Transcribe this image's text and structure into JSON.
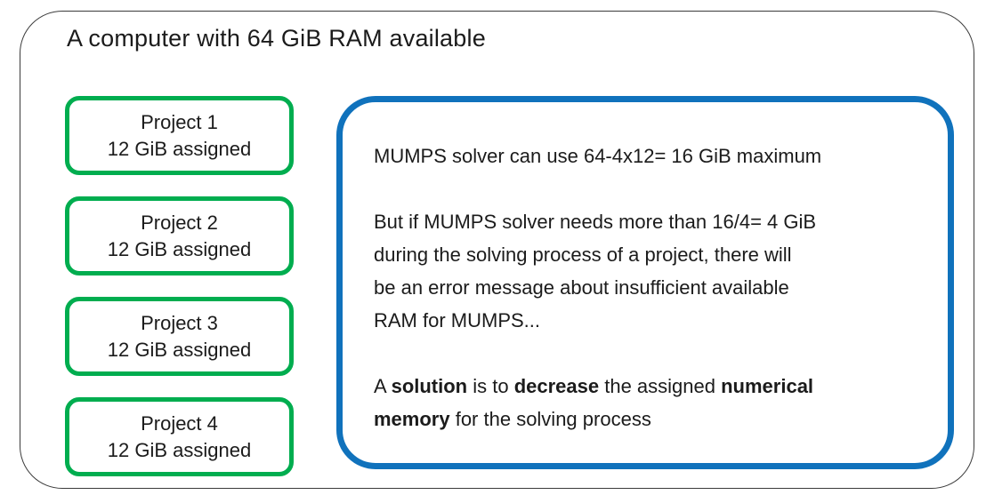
{
  "colors": {
    "background": "#ffffff",
    "outer_border": "#3b3b3b",
    "project_border": "#00ad4f",
    "note_border": "#1072bc",
    "text": "#1b1b1b"
  },
  "title": "A computer with 64 GiB RAM available",
  "projects": [
    {
      "name": "Project 1",
      "assignment": "12 GiB assigned"
    },
    {
      "name": "Project 2",
      "assignment": "12 GiB assigned"
    },
    {
      "name": "Project 3",
      "assignment": "12 GiB assigned"
    },
    {
      "name": "Project 4",
      "assignment": "12 GiB assigned"
    }
  ],
  "note": {
    "max_line": "MUMPS solver can use 64-4x12= 16 GiB maximum",
    "warning_lines": [
      "But if MUMPS solver needs more than 16/4= 4 GiB",
      "during the solving process of a project, there will",
      "be an error message about insufficient available",
      "RAM for MUMPS..."
    ],
    "solution_line1": [
      {
        "t": "A ",
        "b": false
      },
      {
        "t": "solution",
        "b": true
      },
      {
        "t": " is to ",
        "b": false
      },
      {
        "t": "decrease",
        "b": true
      },
      {
        "t": " the assigned ",
        "b": false
      },
      {
        "t": "numerical",
        "b": true
      }
    ],
    "solution_line2": [
      {
        "t": "memory",
        "b": true
      },
      {
        "t": " for the solving process",
        "b": false
      }
    ]
  }
}
